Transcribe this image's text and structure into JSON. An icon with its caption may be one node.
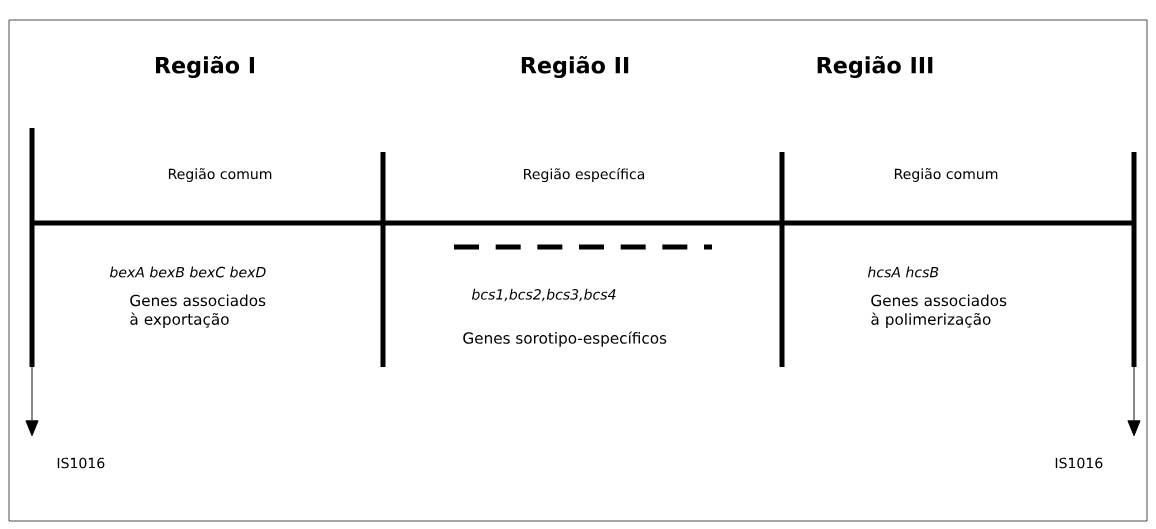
{
  "diagram": {
    "labels": [
      "Região I",
      "Região II",
      "Região III",
      "Região comum",
      "Região específica",
      "Região comum",
      "bexA bexB bexC bexD",
      "bcs1,bcs2,bcs3,bcs4",
      "hcsA  hcsB",
      "Genes associados à exportação",
      "Genes sorotipo-específicos",
      "Genes associados à polimerização",
      "IS1016",
      "IS1016"
    ]
  }
}
